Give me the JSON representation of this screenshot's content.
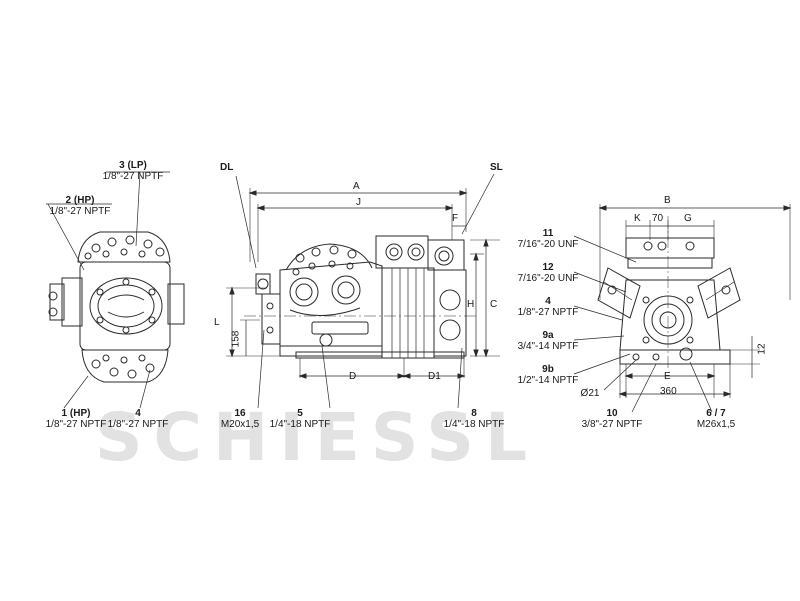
{
  "watermark": {
    "text": "SCHIESSL",
    "color": "#e2e2e2"
  },
  "ports": {
    "p3": {
      "num": "3 (LP)",
      "thread": "1/8\"-27 NPTF"
    },
    "p2": {
      "num": "2 (HP)",
      "thread": "1/8\"-27 NPTF"
    },
    "p1": {
      "num": "1 (HP)",
      "thread": "1/8\"-27 NPTF"
    },
    "p4_left": {
      "num": "4",
      "thread": "1/8\"-27 NPTF"
    },
    "p16": {
      "num": "16",
      "thread": "M20x1,5"
    },
    "p5": {
      "num": "5",
      "thread": "1/4\"-18 NPTF"
    },
    "p8": {
      "num": "8",
      "thread": "1/4\"-18 NPTF"
    },
    "p11": {
      "num": "11",
      "thread": "7/16\"-20 UNF"
    },
    "p12": {
      "num": "12",
      "thread": "7/16\"-20 UNF"
    },
    "p4_right": {
      "num": "4",
      "thread": "1/8\"-27 NPTF"
    },
    "p9a": {
      "num": "9a",
      "thread": "3/4\"-14 NPTF"
    },
    "p9b": {
      "num": "9b",
      "thread": "1/2\"-14 NPTF"
    },
    "p10": {
      "num": "10",
      "thread": "3/8\"-27 NPTF"
    },
    "p67": {
      "num": "6 / 7",
      "thread": "M26x1,5"
    }
  },
  "dims": {
    "DL": "DL",
    "SL": "SL",
    "A": "A",
    "J": "J",
    "F": "F",
    "H": "H",
    "C": "C",
    "L": "L",
    "v158": "158",
    "D": "D",
    "D1": "D1",
    "B": "B",
    "K": "K",
    "v70": "70",
    "G": "G",
    "E": "E",
    "v360": "360",
    "v12": "12",
    "dia21": "Ø21"
  }
}
